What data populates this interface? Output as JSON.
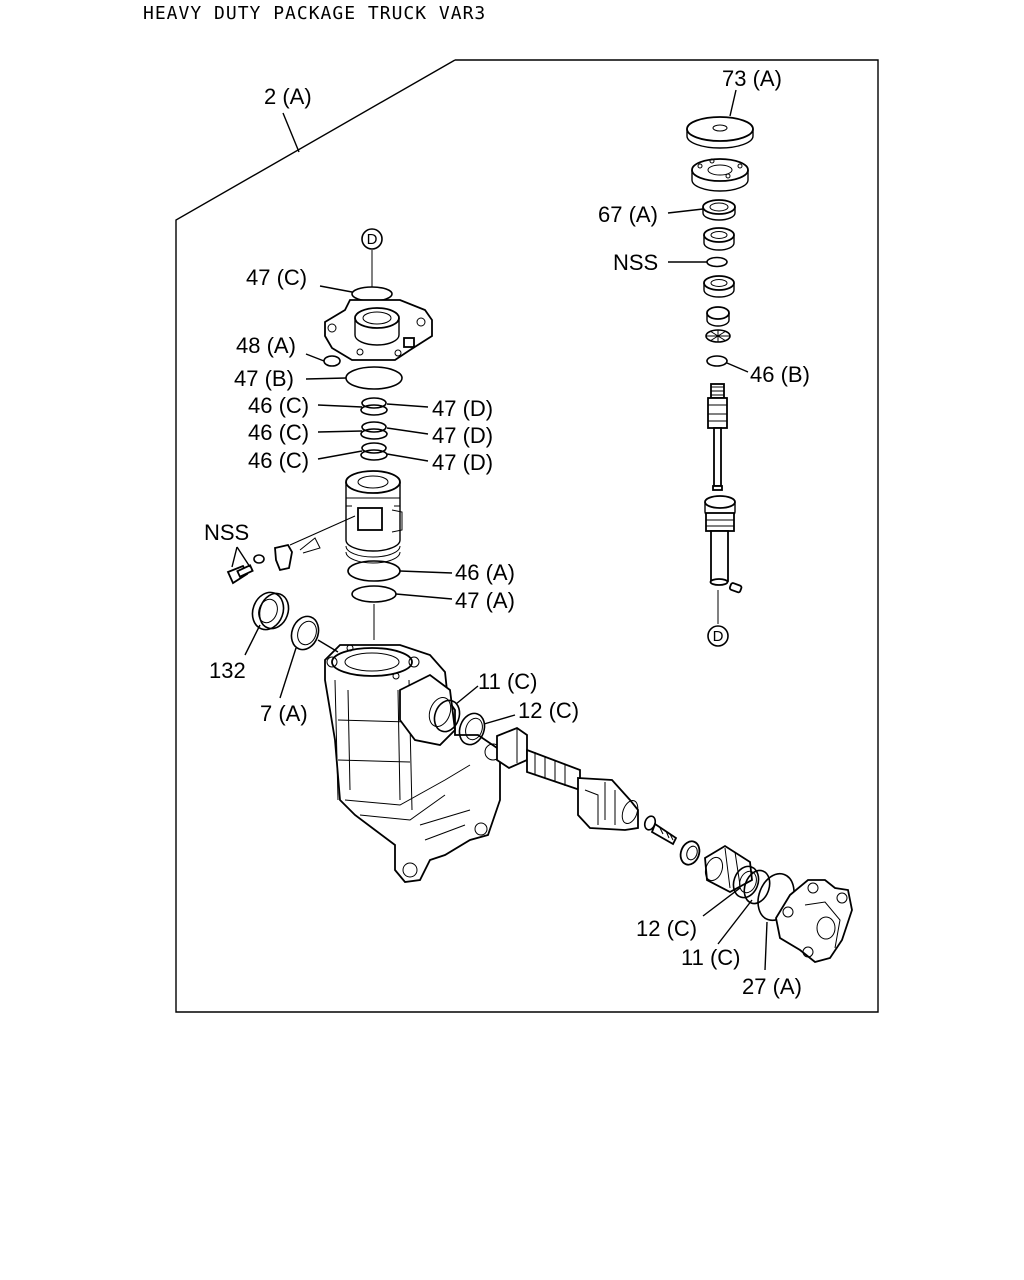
{
  "header": {
    "title": "HEAVY DUTY PACKAGE TRUCK VAR3"
  },
  "labels": {
    "assembly": "2 (A)",
    "cap": "73 (A)",
    "seal_67a": "67 (A)",
    "nss_top": "NSS",
    "ring_46b": "46 (B)",
    "ring_47c": "47 (C)",
    "ring_48a": "48 (A)",
    "ring_47b": "47 (B)",
    "ring_46c_1": "46 (C)",
    "ring_46c_2": "46 (C)",
    "ring_46c_3": "46 (C)",
    "ring_47d_1": "47 (D)",
    "ring_47d_2": "47 (D)",
    "ring_47d_3": "47 (D)",
    "nss_left": "NSS",
    "ring_46a": "46 (A)",
    "ring_47a": "47 (A)",
    "seal_132": "132",
    "seal_7a": "7 (A)",
    "seal_11c_upper": "11 (C)",
    "seal_12c_upper": "12 (C)",
    "seal_12c_lower": "12 (C)",
    "seal_11c_lower": "11 (C)",
    "ring_27a": "27 (A)",
    "connector_upper": "D",
    "connector_lower": "D"
  }
}
